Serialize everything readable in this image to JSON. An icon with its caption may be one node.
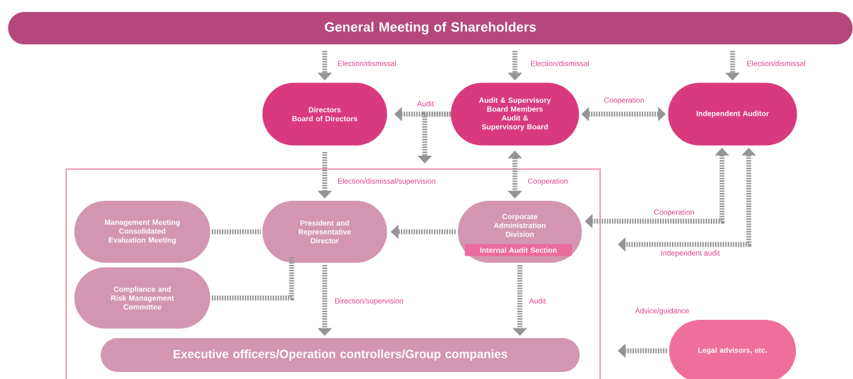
{
  "diagram": {
    "nodes": [
      {
        "text": [
          "General Meeting of Shareholders"
        ]
      },
      {
        "text": [
          "Directors",
          "Board of Directors"
        ]
      },
      {
        "text": [
          "Audit & Supervisory Board Members",
          "Audit & Supervisory Board"
        ]
      },
      {
        "text": [
          "Independent Auditor"
        ]
      },
      {
        "text": [],
        "shape": "box"
      },
      {
        "text": [
          "Management Meeting",
          "Consolidated Evaluation Meeting"
        ],
        "in": 4
      },
      {
        "text": [
          "President and Representative Director"
        ],
        "in": 4
      },
      {
        "text": [
          "Corporate Administration Division"
        ],
        "in": 4
      },
      {
        "text": [
          "Internal Audit Section"
        ],
        "in": 7
      },
      {
        "text": [
          "Compliance and Risk Management Committee"
        ],
        "in": 4
      },
      {
        "text": [
          "Executive officers/Operation controllers/Group companies"
        ],
        "in": 4
      },
      {
        "text": [
          "Legal advisors, etc."
        ]
      }
    ],
    "edges": [
      {
        "from": 0,
        "to": 1,
        "arrow": "to",
        "label": "Election/dismissal"
      },
      {
        "from": 0,
        "to": 2,
        "arrow": "to",
        "label": "Election/dismissal"
      },
      {
        "from": 0,
        "to": 3,
        "arrow": "to",
        "label": "Election/dismissal"
      },
      {
        "from": 2,
        "to": 1,
        "arrow": "to",
        "label": "Audit"
      },
      {
        "from": 2,
        "to": 4,
        "arrow": "to"
      },
      {
        "from": 2,
        "to": 3,
        "arrow": "both",
        "label": "Cooperation"
      },
      {
        "from": 1,
        "to": 6,
        "arrow": "to",
        "label": "Election/dismissal/supervision"
      },
      {
        "from": 2,
        "to": 7,
        "arrow": "both",
        "label": "Cooperation"
      },
      {
        "from": 7,
        "to": 6,
        "arrow": "to"
      },
      {
        "from": 5,
        "to": 6,
        "arrow": "none"
      },
      {
        "from": 9,
        "to": 6,
        "arrow": "none"
      },
      {
        "from": 6,
        "to": 10,
        "arrow": "to",
        "label": "Direction/supervision"
      },
      {
        "from": 7,
        "to": 10,
        "arrow": "to",
        "label": "Audit"
      },
      {
        "from": 3,
        "to": 7,
        "arrow": "both",
        "label": "Cooperation"
      },
      {
        "from": 3,
        "to": 4,
        "arrow": "both",
        "label": "Independent audit"
      },
      {
        "from": 11,
        "to": 4,
        "arrow": "to",
        "label": "Advice/guidance"
      }
    ]
  }
}
